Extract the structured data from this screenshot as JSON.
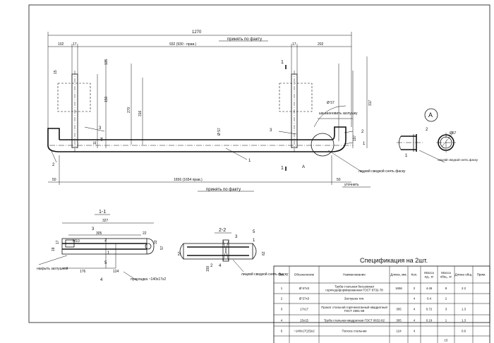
{
  "main_view": {
    "overall_length": "1270",
    "top_note": "принять по факту",
    "bottom_note": "принять по факту",
    "dim_102": "102",
    "dim_17a": "17",
    "dim_932": "932 (930 - прав.)",
    "dim_17b": "17",
    "dim_202": "202",
    "dim_15": "15",
    "dim_135": "135",
    "dim_150": "150",
    "dim_270": "270",
    "dim_316": "316",
    "dim_317": "317",
    "dim_197": "197",
    "dim_d57_top": "Ø 57",
    "dim_d57_mid": "Ø 57",
    "dim_44": "44",
    "dim_11": "11",
    "dim_50a": "50",
    "dim_1656": "1656 (1654 прав.)",
    "dim_50b": "50",
    "note_weld": "шв.ваоновить заглушку",
    "note_bevel": "лицевй сведкой снять фаску",
    "note_utochnit": "уточнить",
    "callout_1": "1",
    "callout_2": "2",
    "callout_3a": "3",
    "callout_3b": "3",
    "callout_2b": "2",
    "callout_1b": "1",
    "section_mark_1_top": "1",
    "section_mark_1_bot": "1",
    "detail_mark": "A",
    "detail_mark_view": "A"
  },
  "detail_a": {
    "label": "A",
    "dim_d57": "Ø57",
    "callout_2": "2",
    "callout_1": "1",
    "note": "лицевй сведкой снять фаску"
  },
  "section_1": {
    "title": "1-1",
    "dim_327": "327",
    "dim_305": "305",
    "dim_22": "22",
    "dim_m10": "М10",
    "dim_176": "176",
    "dim_124": "124",
    "dim_57": "57",
    "dim_18": "18",
    "dim_17": "17",
    "dim_33": "33",
    "callout_3": "3",
    "callout_2": "2",
    "callout_1": "1",
    "callout_4": "4",
    "callout_5": "5",
    "note_left": "накрыть заглушкой",
    "note_right": "прокладка ~140х17х2"
  },
  "section_2": {
    "title": "2-2",
    "callout_3": "3",
    "callout_5": "5",
    "callout_1": "1",
    "callout_4": "4",
    "callout_2": "2",
    "dim_57": "57",
    "dim_62": "62",
    "dim_150": "150",
    "note": "лицевй сведкой снять фаску"
  },
  "spec": {
    "title": "Спецификация на 2шт.",
    "headers": [
      "Поз.",
      "Обозначение",
      "Наименование",
      "Длина, мм.",
      "Кол.",
      "Масса ед., кг",
      "Масса общ., кг",
      "Длина общ.",
      "Прим."
    ],
    "rows": [
      [
        "1",
        "Ø 57х3",
        "Труба стальная бесшовная горячедеформированная ГОСТ 8732-78",
        "1656",
        "2",
        "4.46",
        "9",
        "2.2",
        ""
      ],
      [
        "2",
        "Ø 57х3",
        "Заглушка тип.",
        "",
        "4",
        "0.4",
        "2",
        "",
        ""
      ],
      [
        "3",
        "17х17",
        "Прокат стальной горячекатанный квадратный ГОСТ 2591-88",
        "305",
        "4",
        "0.72",
        "3",
        "1.3",
        ""
      ],
      [
        "4",
        "15х15",
        "Труба стальная квадратная ГОСТ 8632-82",
        "305",
        "4",
        "0.19",
        "1",
        "1.3",
        ""
      ],
      [
        "5",
        "~140х17(15)х2",
        "Полоса стальная",
        "124",
        "4",
        "",
        "",
        "0.6",
        ""
      ],
      [
        "",
        "",
        "",
        "",
        "",
        "",
        "15",
        "",
        ""
      ]
    ]
  }
}
